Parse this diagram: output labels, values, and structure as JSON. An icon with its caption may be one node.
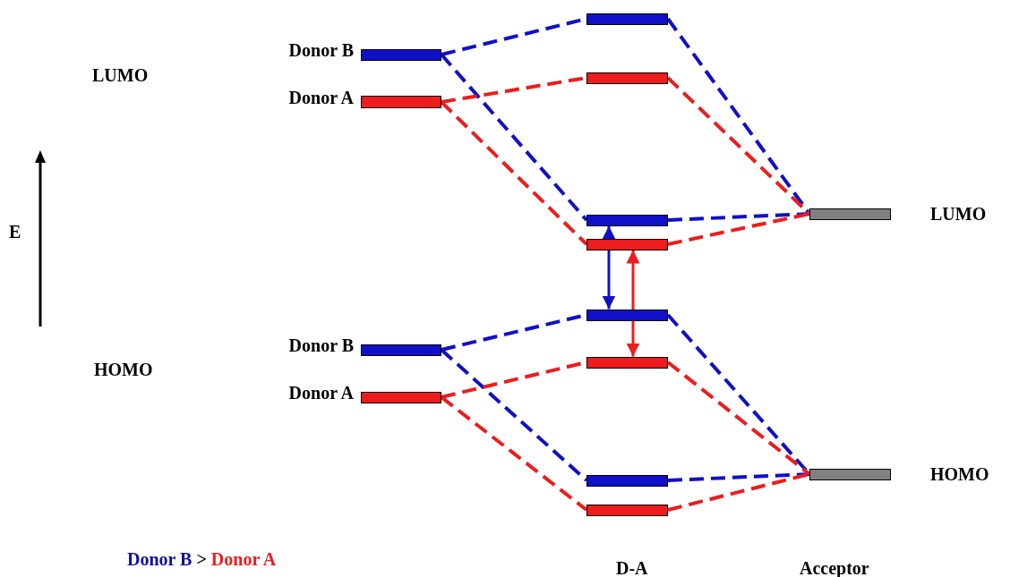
{
  "diagram": {
    "nodes": [
      {
        "text": [
          "Donor B"
        ]
      },
      {
        "text": [
          "Donor A"
        ]
      },
      {
        "text": [],
        "shape": "bar"
      },
      {
        "text": [],
        "shape": "bar"
      },
      {
        "text": [],
        "shape": "bar"
      },
      {
        "text": [],
        "shape": "bar"
      },
      {
        "text": [
          "LUMO"
        ]
      },
      {
        "text": [
          "Donor B"
        ]
      },
      {
        "text": [
          "Donor A"
        ]
      },
      {
        "text": [],
        "shape": "bar"
      },
      {
        "text": [],
        "shape": "bar"
      },
      {
        "text": [],
        "shape": "bar"
      },
      {
        "text": [],
        "shape": "bar"
      },
      {
        "text": [
          "HOMO"
        ]
      }
    ],
    "edges": [
      {
        "from": 0,
        "to": 2,
        "arrow": "none",
        "style": "dashed",
        "color": "#1010c8"
      },
      {
        "from": 0,
        "to": 4,
        "arrow": "none",
        "style": "dashed",
        "color": "#1010c8"
      },
      {
        "from": 2,
        "to": 6,
        "arrow": "none",
        "style": "dashed",
        "color": "#1010c8"
      },
      {
        "from": 4,
        "to": 6,
        "arrow": "none",
        "style": "dashed",
        "color": "#1010c8"
      },
      {
        "from": 1,
        "to": 3,
        "arrow": "none",
        "style": "dashed",
        "color": "#ee1c1c"
      },
      {
        "from": 1,
        "to": 5,
        "arrow": "none",
        "style": "dashed",
        "color": "#ee1c1c"
      },
      {
        "from": 3,
        "to": 6,
        "arrow": "none",
        "style": "dashed",
        "color": "#ee1c1c"
      },
      {
        "from": 5,
        "to": 6,
        "arrow": "none",
        "style": "dashed",
        "color": "#ee1c1c"
      },
      {
        "from": 7,
        "to": 9,
        "arrow": "none",
        "style": "dashed",
        "color": "#1010c8"
      },
      {
        "from": 7,
        "to": 11,
        "arrow": "none",
        "style": "dashed",
        "color": "#1010c8"
      },
      {
        "from": 9,
        "to": 13,
        "arrow": "none",
        "style": "dashed",
        "color": "#1010c8"
      },
      {
        "from": 11,
        "to": 13,
        "arrow": "none",
        "style": "dashed",
        "color": "#1010c8"
      },
      {
        "from": 8,
        "to": 10,
        "arrow": "none",
        "style": "dashed",
        "color": "#ee1c1c"
      },
      {
        "from": 8,
        "to": 12,
        "arrow": "none",
        "style": "dashed",
        "color": "#ee1c1c"
      },
      {
        "from": 10,
        "to": 13,
        "arrow": "none",
        "style": "dashed",
        "color": "#ee1c1c"
      },
      {
        "from": 12,
        "to": 13,
        "arrow": "none",
        "style": "dashed",
        "color": "#ee1c1c"
      },
      {
        "from": 4,
        "to": 9,
        "arrow": "both",
        "color": "#1010c8"
      },
      {
        "from": 5,
        "to": 10,
        "arrow": "both",
        "color": "#ee1c1c"
      }
    ],
    "labels": [
      "LUMO",
      "E",
      "HOMO",
      "Donor B",
      ">",
      "Donor A",
      "D-A",
      "Acceptor"
    ]
  }
}
